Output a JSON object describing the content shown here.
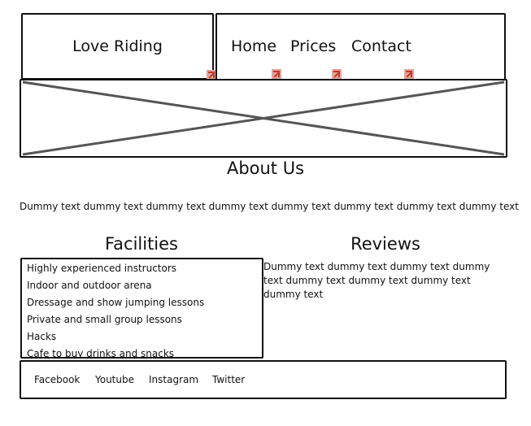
{
  "header": {
    "logo": "Love Riding",
    "nav": {
      "home": "Home",
      "prices": "Prices",
      "contact": "Contact"
    }
  },
  "hero": {
    "icon": "image-placeholder-icon"
  },
  "about": {
    "title": "About Us",
    "text": "Dummy text dummy text dummy text dummy text dummy text dummy text dummy text dummy text"
  },
  "facilities": {
    "title": "Facilities",
    "items": [
      "Highly experienced instructors",
      "Indoor and outdoor arena",
      "Dressage and show jumping lessons",
      "Private and small group lessons",
      "Hacks",
      "Cafe to buy drinks and snacks"
    ]
  },
  "reviews": {
    "title": "Reviews",
    "text": "Dummy text dummy text dummy text dummy text dummy text dummy text dummy text dummy text"
  },
  "footer": {
    "links": {
      "facebook": "Facebook",
      "youtube": "Youtube",
      "instagram": "Instagram",
      "twitter": "Twitter"
    }
  },
  "colors": {
    "link_marker": "#e3a39a",
    "border": "#111111",
    "placeholder_cross": "#555555"
  }
}
